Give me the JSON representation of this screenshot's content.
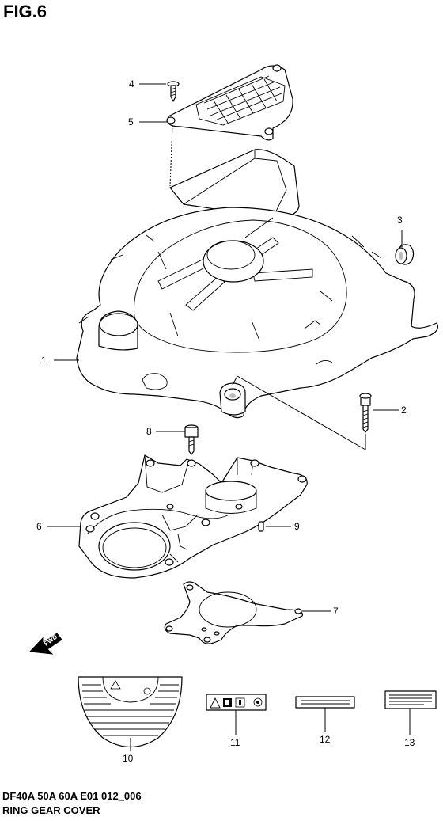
{
  "figure": {
    "title": "FIG.6",
    "code": "DF40A 50A 60A E01 012_006",
    "name": "RING GEAR COVER"
  },
  "callouts": [
    "1",
    "2",
    "3",
    "4",
    "5",
    "6",
    "7",
    "8",
    "9",
    "10",
    "11",
    "12",
    "13"
  ],
  "direction_arrow": "FWD",
  "icons": [
    "warning-icon",
    "manual-icon",
    "caution-icon",
    "hand-icon"
  ]
}
